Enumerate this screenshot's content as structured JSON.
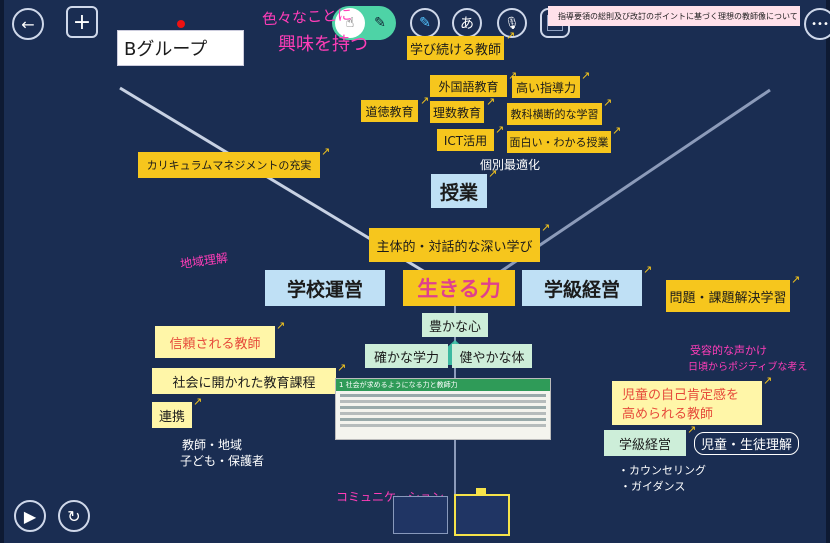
{
  "toolbar": {
    "back_icon": "←",
    "add_icon": "+",
    "select_icon": "☝",
    "pen_icon": "✎",
    "marker_icon": "✎",
    "text_tool_label": "あ",
    "mic_icon": "🎙",
    "more_icon": "•••",
    "play_icon": "▶",
    "refresh_icon": "↻",
    "pdf_tab_title": "指導要領の総則及び改訂のポイントに基づく理想の教師像について"
  },
  "group_title": "Bグループ",
  "cards": {
    "keep_learning": "学び続ける教師",
    "foreign_lang": "外国語教育",
    "teaching_power": "高い指導力",
    "moral": "道徳教育",
    "science_math": "理数教育",
    "cross_subject": "教科横断的な学習",
    "ict": "ICT活用",
    "fun_lesson": "面白い・わかる授業",
    "curriculum": "カリキュラムマネジメントの充実",
    "lesson": "授業",
    "active_learning": "主体的・対話的な深い学び",
    "school_mgmt": "学校運営",
    "zest_for_living": "生きる力",
    "class_mgmt": "学級経営",
    "problem_solving": "問題・課題解決学習",
    "rich_heart": "豊かな心",
    "trusted_teacher": "信頼される教師",
    "solid_ability": "確かな学力",
    "healthy_body": "健やかな体",
    "open_curriculum": "社会に開かれた教育課程",
    "cooperation": "連携",
    "self_esteem_line1": "児童の自己肯定感を",
    "self_esteem_line2": "高められる教師",
    "class_mgmt_small": "学級経営"
  },
  "handwriting": {
    "various": "色々なことに",
    "interest": "興味を持つ",
    "individual": "個別最適化",
    "region": "地域理解",
    "partners_line1": "教師・地域",
    "partners_line2": "子ども・保護者",
    "receptive_line1": "受容的な声かけ",
    "receptive_line2": "日頃からポジティブな考え",
    "understanding": "児童・生徒理解",
    "counseling": "・カウンセリング",
    "guidance": "・ガイダンス",
    "communication": "コミュニケーション"
  },
  "document": {
    "heading": "1 社会が求めるようになる力と教師力"
  },
  "colors": {
    "board": "#1a2d52",
    "yellow": "#f6c61d",
    "light_yellow": "#fff6a8",
    "light_blue": "#bfe0f5",
    "light_green": "#cdeed9",
    "pink_ink": "#ff3db8",
    "zest_text": "#e0408d",
    "tool_green": "#4ed3a6"
  }
}
